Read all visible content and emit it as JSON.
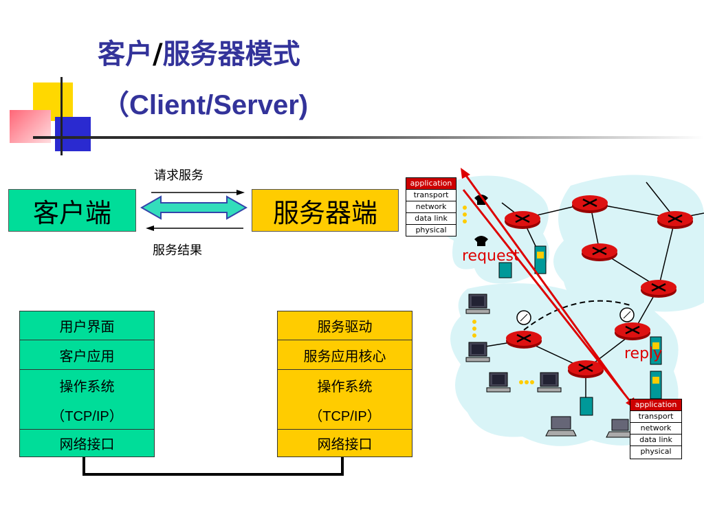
{
  "title": {
    "line1_cn1": "客户",
    "line1_slash": "/",
    "line1_cn2": "服务器模式",
    "line2": "（Client/Server)"
  },
  "top_diagram": {
    "client_label": "客户端",
    "server_label": "服务器端",
    "request_label": "请求服务",
    "result_label": "服务结果"
  },
  "client_stack": {
    "rows": [
      "用户界面",
      "客户应用",
      "操作系统",
      "（TCP/IP）",
      "网络接口"
    ]
  },
  "server_stack": {
    "rows": [
      "服务驱动",
      "服务应用核心",
      "操作系统",
      "（TCP/IP）",
      "网络接口"
    ]
  },
  "network": {
    "request_label": "request",
    "reply_label": "reply",
    "protocol_layers": [
      "application",
      "transport",
      "network",
      "data link",
      "physical"
    ]
  },
  "colors": {
    "title": "#33339a",
    "client": "#00dd99",
    "server": "#ffcc00",
    "network_bg": "#d9f4f7",
    "router": "#dd1111",
    "arrow_red": "#dd0000"
  }
}
